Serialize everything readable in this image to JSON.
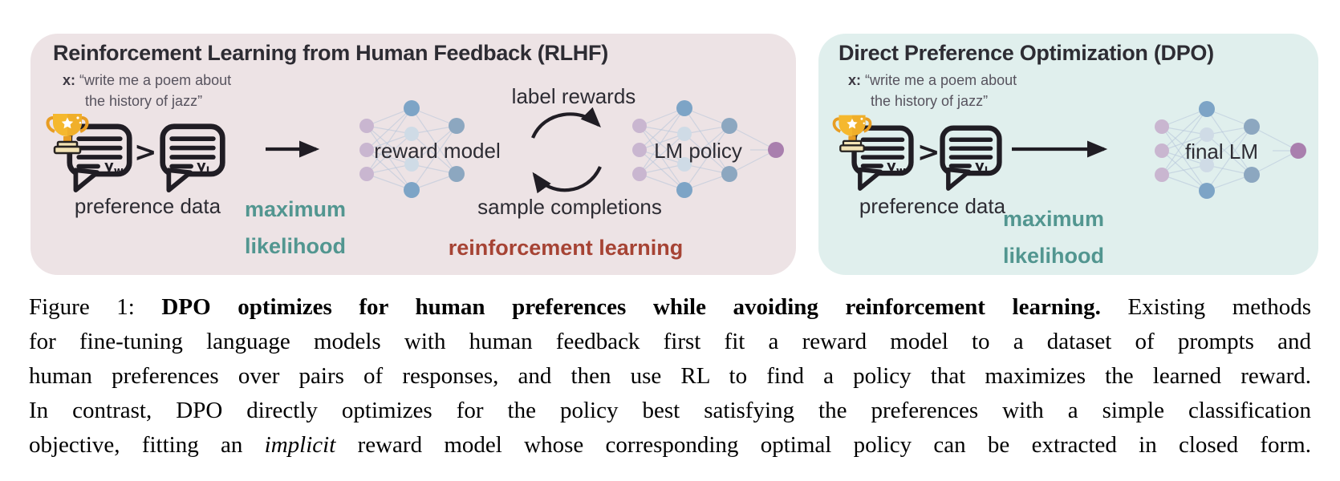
{
  "panels": {
    "rlhf": {
      "title": "Reinforcement Learning from Human Feedback (RLHF)",
      "prompt": {
        "x_label": "x:",
        "line1": "“write me a poem about",
        "line2": "the history of jazz”"
      },
      "preference": {
        "label": "preference data",
        "winner_main": "y",
        "winner_sub": "w",
        "gt": ">",
        "loser_main": "y",
        "loser_sub": "l"
      },
      "maximum_likelihood": {
        "line1": "maximum",
        "line2": "likelihood"
      },
      "reward_model_label": "reward model",
      "label_rewards": "label rewards",
      "lm_policy_label": "LM policy",
      "sample_completions": "sample completions",
      "reinforcement_learning": "reinforcement learning"
    },
    "dpo": {
      "title": "Direct Preference Optimization (DPO)",
      "prompt": {
        "x_label": "x:",
        "line1": "“write me a poem about",
        "line2": "the history of jazz”"
      },
      "preference": {
        "label": "preference data",
        "winner_main": "y",
        "winner_sub": "w",
        "gt": ">",
        "loser_main": "y",
        "loser_sub": "l"
      },
      "maximum_likelihood": {
        "line1": "maximum",
        "line2": "likelihood"
      },
      "final_lm_label": "final LM"
    }
  },
  "caption": {
    "lines": [
      [
        {
          "t": "Figure 1: "
        },
        {
          "t": "DPO optimizes for human preferences while avoiding reinforcement learning.",
          "b": true
        },
        {
          "t": " Existing methods"
        }
      ],
      [
        {
          "t": "for fine-tuning language models with human feedback first fit a reward model to a dataset of prompts and"
        }
      ],
      [
        {
          "t": "human preferences over pairs of responses, and then use RL to find a policy that maximizes the learned reward."
        }
      ],
      [
        {
          "t": "In contrast, DPO directly optimizes for the policy best satisfying the preferences with a simple classification"
        }
      ],
      [
        {
          "t": "objective, fitting an "
        },
        {
          "t": "implicit",
          "i": true
        },
        {
          "t": " reward model whose corresponding optimal policy can be extracted in closed form."
        }
      ]
    ]
  },
  "colors": {
    "rlhf_bg": "#ede3e5",
    "dpo_bg": "#e0efed",
    "dark_text": "#2d2c33",
    "prompt_gray": "#57535e",
    "teal": "#529690",
    "red": "#a64334",
    "outline": "#201d24",
    "edge": "#b6c5da",
    "node_lavender": "#c9b6d0",
    "node_pale": "#cfdbe6",
    "node_steel": "#7da4c6",
    "node_slate": "#8ca7c0",
    "node_purple": "#a97fae",
    "trophy_gold": "#f5b82e",
    "trophy_dark": "#e89d23",
    "trophy_base": "#f2e2b4"
  }
}
